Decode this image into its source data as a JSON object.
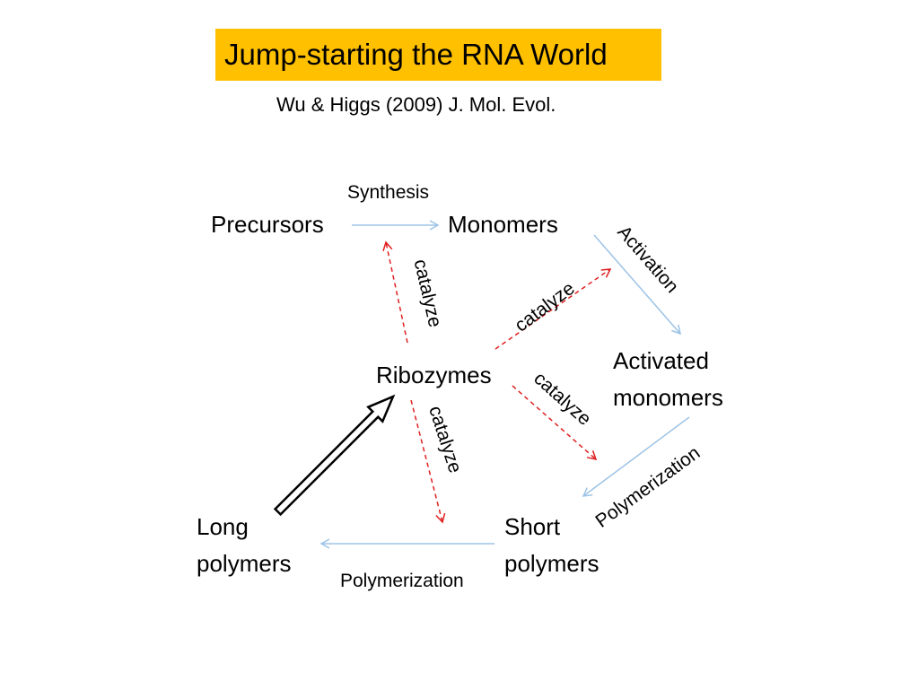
{
  "title": "Jump-starting the RNA World",
  "citation": "Wu & Higgs (2009) J. Mol. Evol.",
  "colors": {
    "title_background": "#ffc000",
    "process_arrow": "#9dc3e6",
    "catalysis_arrow": "#e02020",
    "feedback_arrow": "#000000"
  },
  "nodes": {
    "precursors": "Precursors",
    "monomers": "Monomers",
    "activated_monomers_line1": "Activated",
    "activated_monomers_line2": "monomers",
    "ribozymes": "Ribozymes",
    "short_polymers_line1": "Short",
    "short_polymers_line2": "polymers",
    "long_polymers_line1": "Long",
    "long_polymers_line2": "polymers"
  },
  "edge_labels": {
    "synthesis": "Synthesis",
    "activation": "Activation",
    "polymerization_activated_to_short": "Polymerization",
    "polymerization_short_to_long": "Polymerization",
    "catalyze_precursors": "catalyze",
    "catalyze_monomers": "catalyze",
    "catalyze_activated": "catalyze",
    "catalyze_short": "catalyze"
  }
}
